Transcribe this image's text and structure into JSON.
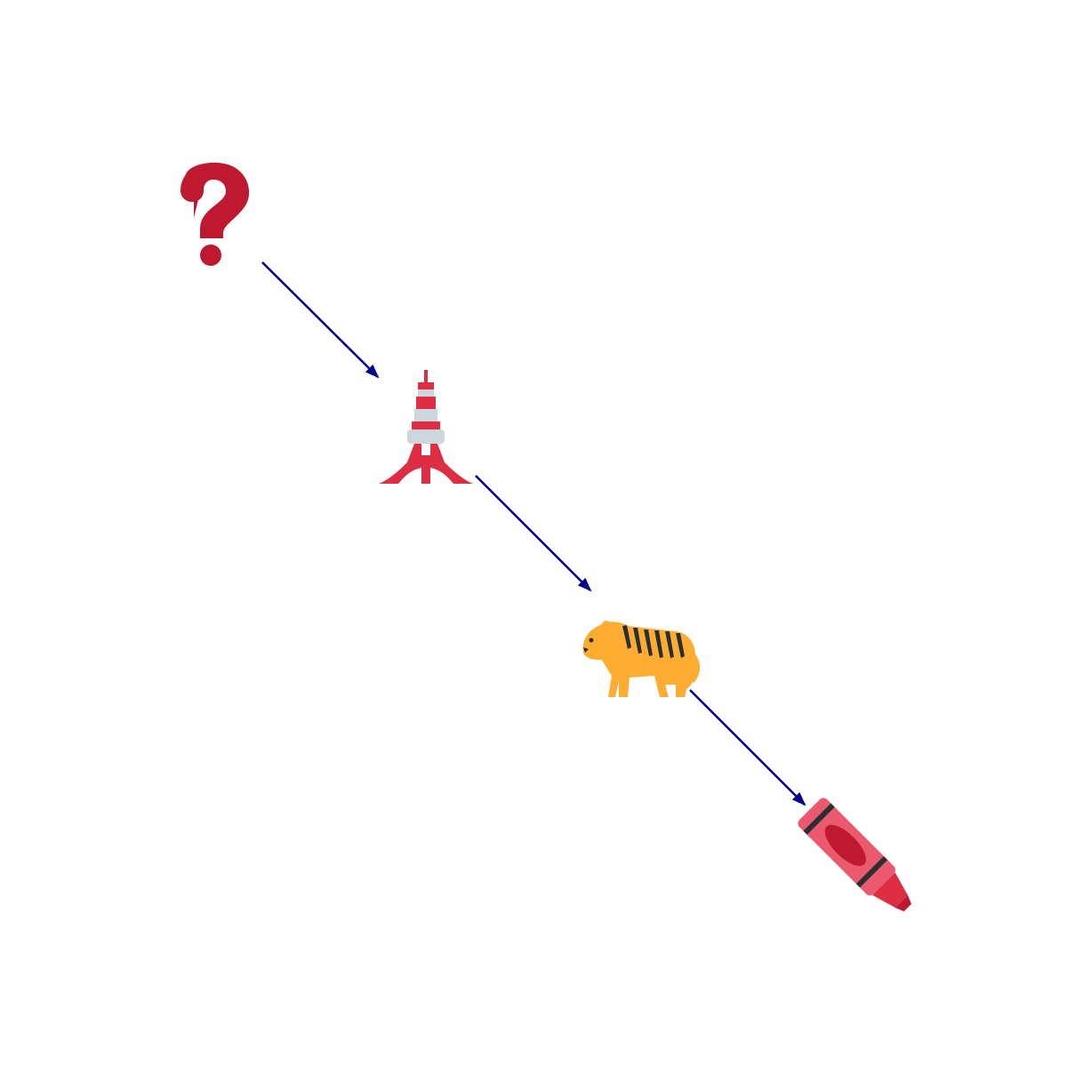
{
  "diagram": {
    "nodes": [
      {
        "id": "question",
        "icon": "red-question-mark-icon",
        "color": "#BE1931"
      },
      {
        "id": "tower",
        "icon": "tokyo-tower-icon",
        "color": "#DD2E44"
      },
      {
        "id": "tiger",
        "icon": "tiger-icon",
        "color": "#FFAC33"
      },
      {
        "id": "crayon",
        "icon": "red-crayon-icon",
        "color": "#DD2E44"
      }
    ],
    "edges": [
      {
        "from": "question",
        "to": "tower"
      },
      {
        "from": "tower",
        "to": "tiger"
      },
      {
        "from": "tiger",
        "to": "crayon"
      }
    ],
    "arrow_color": "#00008B"
  }
}
